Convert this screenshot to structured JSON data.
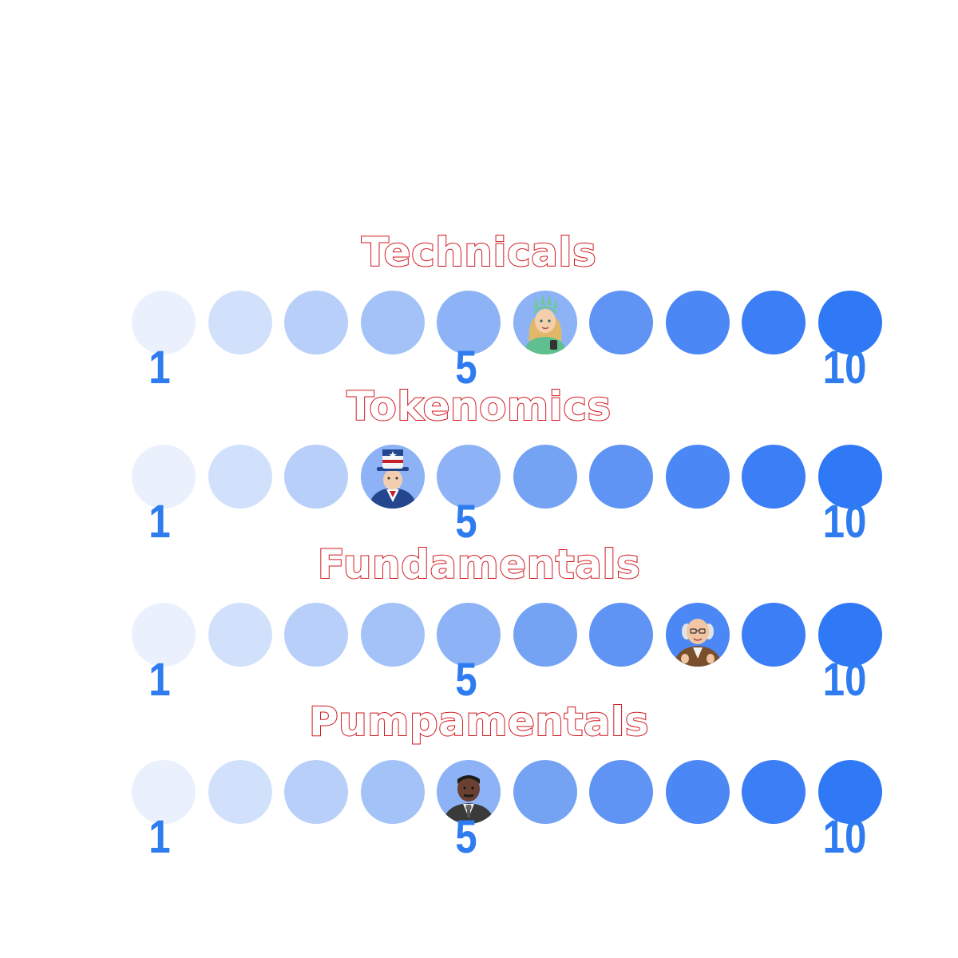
{
  "dot_colors": [
    "#eaf1fd",
    "#d2e1fb",
    "#b8cff9",
    "#a3c2f7",
    "#8db3f6",
    "#75a3f4",
    "#5f94f4",
    "#4b87f5",
    "#3b7ef6",
    "#2f78f6"
  ],
  "label_color": "#2f7cf0",
  "title_stroke_color": "#d11a20",
  "scales": [
    {
      "title": "Technicals",
      "value": 6,
      "avatar": "statue-of-liberty-avatar",
      "labels": {
        "low": "1",
        "mid": "5",
        "high": "10"
      }
    },
    {
      "title": "Tokenomics",
      "value": 4,
      "avatar": "uncle-sam-avatar",
      "labels": {
        "low": "1",
        "mid": "5",
        "high": "10"
      }
    },
    {
      "title": "Fundamentals",
      "value": 8,
      "avatar": "benjamin-franklin-avatar",
      "labels": {
        "low": "1",
        "mid": "5",
        "high": "10"
      }
    },
    {
      "title": "Pumpamentals",
      "value": 5,
      "avatar": "martin-luther-king-avatar",
      "labels": {
        "low": "1",
        "mid": "5",
        "high": "10"
      }
    }
  ]
}
